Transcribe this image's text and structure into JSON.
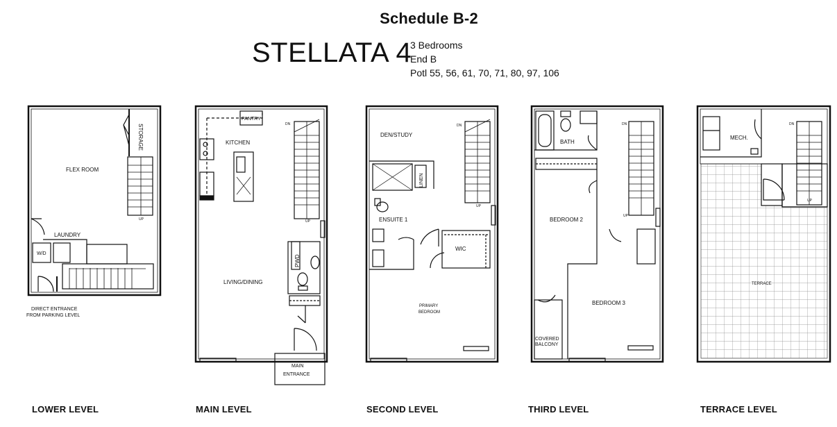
{
  "header": {
    "schedule": "Schedule B-2",
    "model": "STELLATA 4",
    "specs": [
      "3 Bedrooms",
      "End B",
      "Potl 55, 56, 61, 70, 71, 80, 97, 106"
    ]
  },
  "levels": [
    {
      "name": "LOWER LEVEL",
      "rooms": [
        "FLEX ROOM",
        "STORAGE",
        "LAUNDRY",
        "W/D",
        "DIRECT ENTRANCE",
        "FROM PARKING LEVEL",
        "UP"
      ]
    },
    {
      "name": "MAIN LEVEL",
      "rooms": [
        "PANTRY",
        "KITCHEN",
        "LIVING/DINING",
        "PWD",
        "MAIN",
        "ENTRANCE",
        "DN",
        "UP"
      ]
    },
    {
      "name": "SECOND LEVEL",
      "rooms": [
        "DEN/STUDY",
        "LINEN",
        "ENSUITE 1",
        "WIC",
        "PRIMARY",
        "BEDROOM",
        "DN",
        "UP"
      ]
    },
    {
      "name": "THIRD LEVEL",
      "rooms": [
        "BATH",
        "BEDROOM 2",
        "BEDROOM 3",
        "COVERED",
        "BALCONY",
        "DN",
        "UP"
      ]
    },
    {
      "name": "TERRACE LEVEL",
      "rooms": [
        "MECH.",
        "TERRACE",
        "DN",
        "UP"
      ]
    }
  ]
}
